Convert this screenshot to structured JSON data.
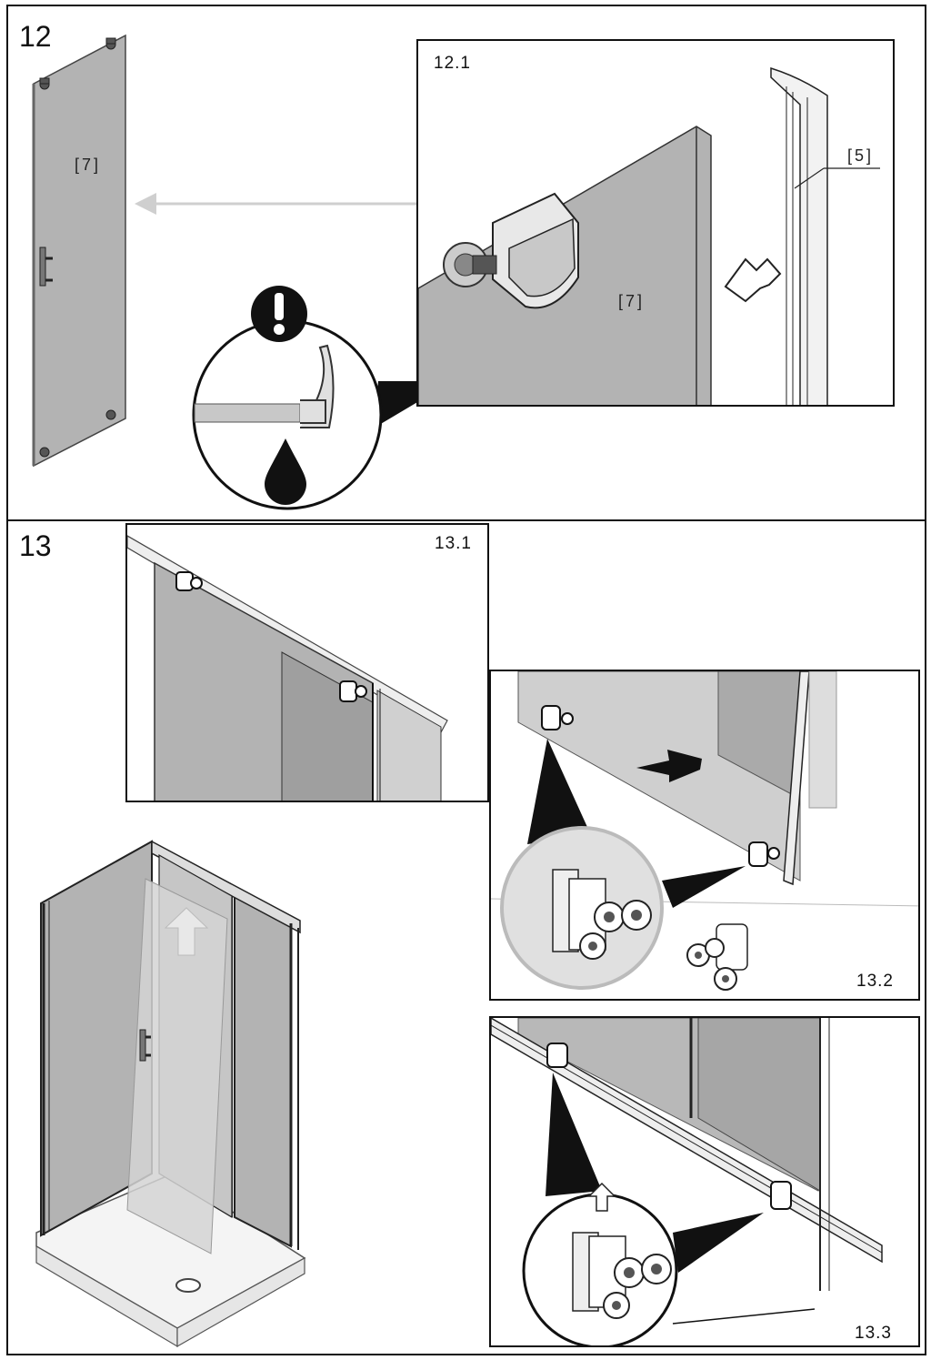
{
  "step12": {
    "number": "12",
    "inset_label": "12.1",
    "part_door": "[7]",
    "part_inset_door": "[7]",
    "part_profile": "[5]"
  },
  "step13": {
    "number": "13",
    "inset1_label": "13.1",
    "inset2_label": "13.2",
    "inset3_label": "13.3"
  },
  "colors": {
    "glass": "#b3b3b3",
    "glass_light": "#d6d6d6",
    "line": "#111111",
    "arrow_light": "#cfcfcf"
  }
}
